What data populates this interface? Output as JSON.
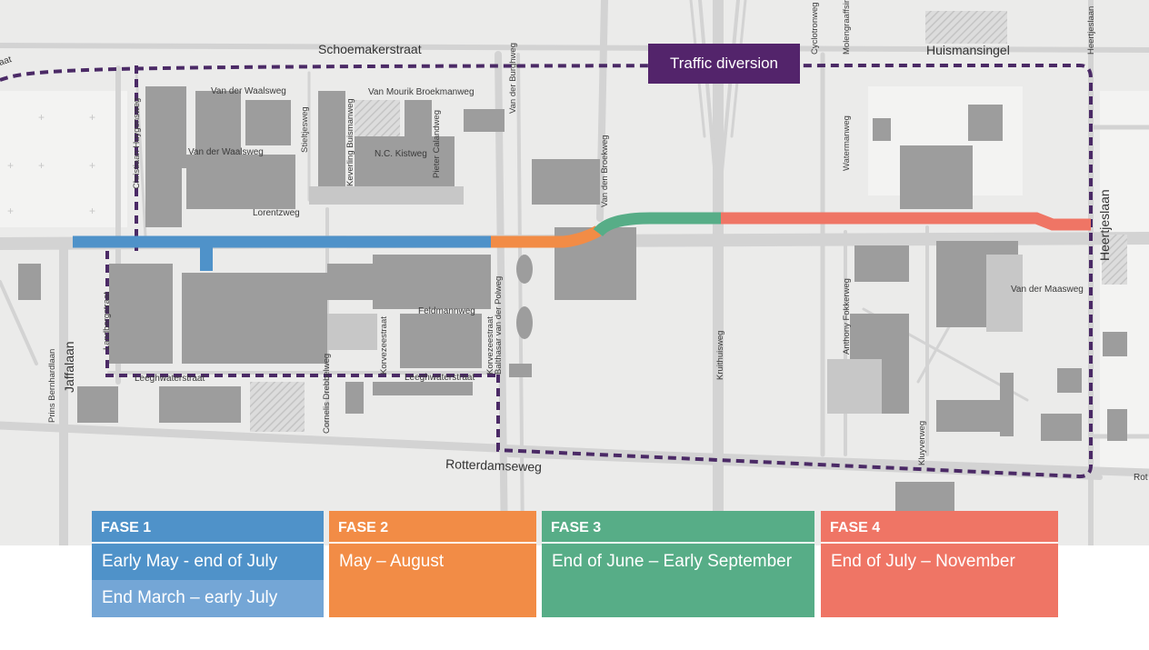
{
  "map": {
    "diversion_label": "Traffic diversion",
    "streets": {
      "schoemakerstraat": "Schoemakerstraat",
      "huismansingel": "Huismansingel",
      "rotterdamseweg": "Rotterdamseweg",
      "heertjeslaan_v": "Heertjeslaan",
      "heertjeslaan_top": "Heertjeslaan",
      "jaffalaan": "Jaffalaan",
      "prins_bernhardlaan": "Prins Bernhardlaan",
      "landbergstraat": "Landbergstraat",
      "christiaan_huygensweg": "Christiaan Huygensweg",
      "van_der_waalsweg_1": "Van der Waalsweg",
      "van_der_waalsweg_2": "Van der Waalsweg",
      "van_mourik_broekmanweg": "Van Mourik Broekmanweg",
      "stieltjesweg": "Stieltjesweg",
      "keverling_buismanweg": "Keverling Buismanweg",
      "nc_kistweg": "N.C. Kistweg",
      "pieter_calandweg": "Pieter Calandweg",
      "van_der_burghweg": "Van der Burghweg",
      "van_den_broekweg": "Van den Broekweg",
      "lorentzweg": "Lorentzweg",
      "feldmannweg": "Feldmannweg",
      "korvezeestraat_1": "Korvezeestraat",
      "korvezeestraat_2": "Korvezeestraat",
      "balthasar_van_der_polweg": "Balthasar van der Polweg",
      "leeghwaterstraat_1": "Leeghwaterstraat",
      "leeghwaterstraat_2": "Leeghwaterstraat",
      "cornelis_drebbelweg": "Cornelis Drebbelweg",
      "kruithuisweg": "Kruithuisweg",
      "cyclotronweg": "Cyclotronweg",
      "molengraaffsingel": "Molengraaffsingel",
      "watermanweg": "Watermanweg",
      "anthony_fokkerweg": "Anthony Fokkerweg",
      "kluyverweg": "Kluyverweg",
      "van_der_maasweg": "Van der Maasweg",
      "rot_edge": "Rot",
      "at_edge": "aat"
    }
  },
  "phases": [
    {
      "title": "FASE 1",
      "line1": "Early May -  end of July",
      "line2": "End March – early July",
      "color": "#4f92c9",
      "color2": "#74a6d6"
    },
    {
      "title": "FASE 2",
      "line1": "May – August",
      "line2": "",
      "color": "#f28c46"
    },
    {
      "title": "FASE 3",
      "line1": "End of June – Early September",
      "line2": "",
      "color": "#57ad87"
    },
    {
      "title": "FASE 4",
      "line1": "End of July – November",
      "line2": "",
      "color": "#ef7565"
    }
  ]
}
